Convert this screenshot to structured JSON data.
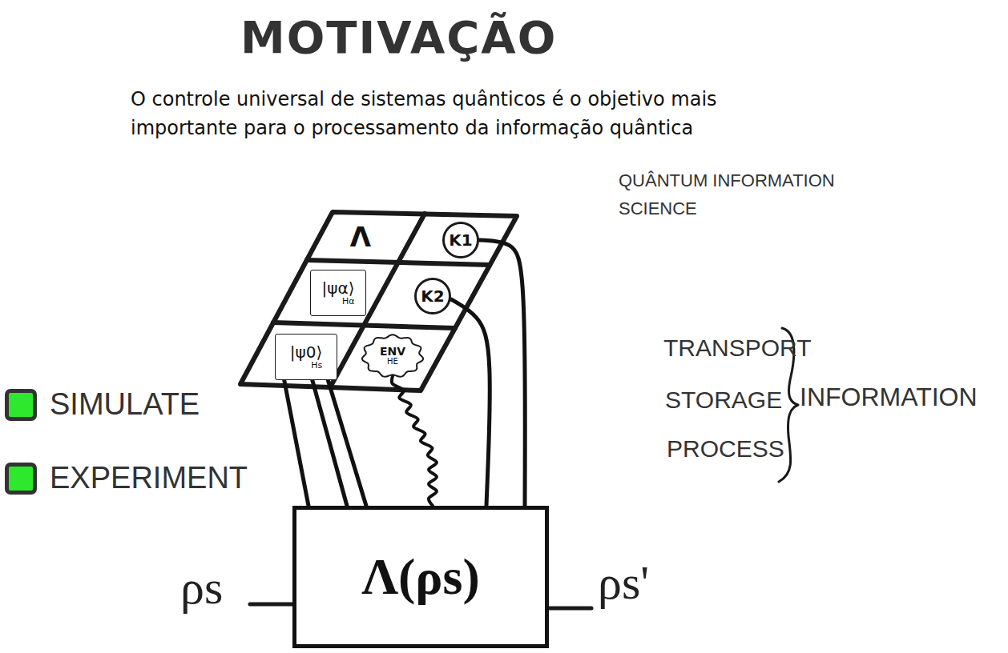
{
  "diagram": {
    "title": "MOTIVAÇÃO",
    "nodes": [
      {
        "text": [
          "Λ"
        ]
      },
      {
        "text": [
          "K1"
        ]
      },
      {
        "text": [
          "|ψα⟩",
          "Hα"
        ]
      },
      {
        "text": [
          "K2"
        ]
      },
      {
        "text": [
          "|ψ0⟩",
          "Hs"
        ]
      },
      {
        "text": [
          "ENV",
          "HE"
        ]
      },
      {
        "text": [
          "Λ(ρs)"
        ]
      }
    ],
    "edges": [
      {
        "from": 4,
        "to": 6,
        "arrow": "none"
      },
      {
        "from": 4,
        "to": 6,
        "arrow": "none"
      },
      {
        "from": 4,
        "to": 6,
        "arrow": "none"
      },
      {
        "from": 5,
        "to": 6,
        "arrow": "none"
      },
      {
        "from": 3,
        "to": 6,
        "arrow": "none"
      },
      {
        "from": 1,
        "to": 6,
        "arrow": "none"
      }
    ],
    "labels": [
      "O controle universal de sistemas quânticos é o objetivo mais importante para o processamento da informação quântica",
      "QUÂNTUM INFORMATION SCIENCE",
      "ρs",
      "ρs'",
      "TRANSPORT",
      "STORAGE",
      "PROCESS",
      "INFORMATION"
    ],
    "legend": [
      {
        "text": "SIMULATE",
        "color": "#2ee82e"
      },
      {
        "text": "EXPERIMENT",
        "color": "#2ee82e"
      }
    ]
  }
}
